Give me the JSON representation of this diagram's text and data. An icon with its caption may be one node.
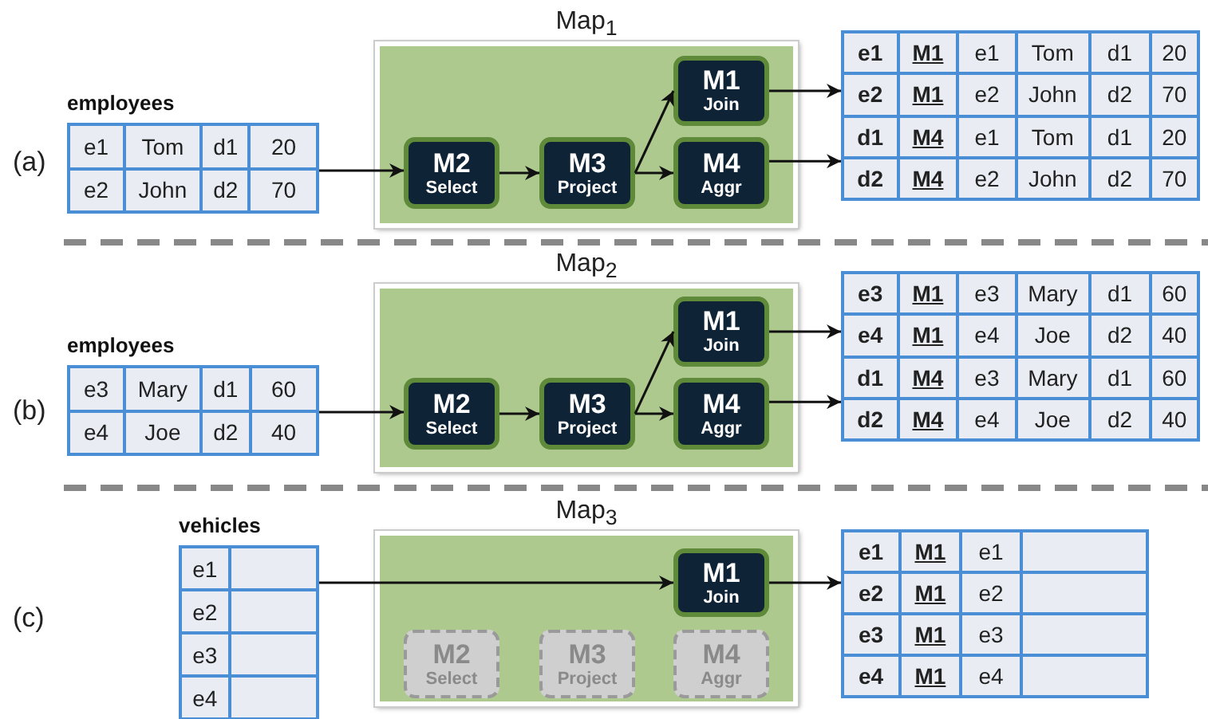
{
  "diagram": {
    "nodes": [
      {
        "text": [
          "employees",
          "e1",
          "Tom",
          "d1",
          "20",
          "e2",
          "John",
          "d2",
          "70"
        ]
      },
      {
        "text": [
          "Map$_{1}$"
        ]
      },
      {
        "text": [
          "M2",
          "Select"
        ],
        "in": 1
      },
      {
        "text": [
          "M3",
          "Project"
        ],
        "in": 1
      },
      {
        "text": [
          "M1",
          "Join"
        ],
        "in": 1
      },
      {
        "text": [
          "M4",
          "Aggr"
        ],
        "in": 1
      },
      {
        "text": [
          "e1",
          "M1",
          "e1",
          "Tom",
          "d1",
          "20",
          "e2",
          "M1",
          "e2",
          "John",
          "d2",
          "70",
          "d1",
          "M4",
          "e1",
          "Tom",
          "d1",
          "20",
          "d2",
          "M4",
          "e2",
          "John",
          "d2",
          "70"
        ]
      },
      {
        "text": [
          "employees",
          "e3",
          "Mary",
          "d1",
          "60",
          "e4",
          "Joe",
          "d2",
          "40"
        ]
      },
      {
        "text": [
          "Map$_{2}$"
        ]
      },
      {
        "text": [
          "M2",
          "Select"
        ],
        "in": 8
      },
      {
        "text": [
          "M3",
          "Project"
        ],
        "in": 8
      },
      {
        "text": [
          "M1",
          "Join"
        ],
        "in": 8
      },
      {
        "text": [
          "M4",
          "Aggr"
        ],
        "in": 8
      },
      {
        "text": [
          "e3",
          "M1",
          "e3",
          "Mary",
          "d1",
          "60",
          "e4",
          "M1",
          "e4",
          "Joe",
          "d2",
          "40",
          "d1",
          "M4",
          "e3",
          "Mary",
          "d1",
          "60",
          "d2",
          "M4",
          "e4",
          "Joe",
          "d2",
          "40"
        ]
      },
      {
        "text": [
          "vehicles",
          "e1",
          "e2",
          "e3",
          "e4"
        ]
      },
      {
        "text": [
          "Map$_{3}$"
        ]
      },
      {
        "text": [
          "M1",
          "Join"
        ],
        "in": 15
      },
      {
        "text": [
          "M2",
          "Select"
        ],
        "in": 15
      },
      {
        "text": [
          "M3",
          "Project"
        ],
        "in": 15
      },
      {
        "text": [
          "M4",
          "Aggr"
        ],
        "in": 15
      },
      {
        "text": [
          "e1",
          "M1",
          "e1",
          "e2",
          "M1",
          "e2",
          "e3",
          "M1",
          "e3",
          "e4",
          "M1",
          "e4"
        ]
      }
    ],
    "edges": [
      {
        "from": 0,
        "to": 2,
        "arrow": "to"
      },
      {
        "from": 2,
        "to": 3,
        "arrow": "to"
      },
      {
        "from": 3,
        "to": 4,
        "arrow": "to"
      },
      {
        "from": 3,
        "to": 5,
        "arrow": "to"
      },
      {
        "from": 4,
        "to": 6,
        "arrow": "to"
      },
      {
        "from": 5,
        "to": 6,
        "arrow": "to"
      },
      {
        "from": 7,
        "to": 9,
        "arrow": "to"
      },
      {
        "from": 9,
        "to": 10,
        "arrow": "to"
      },
      {
        "from": 10,
        "to": 11,
        "arrow": "to"
      },
      {
        "from": 10,
        "to": 12,
        "arrow": "to"
      },
      {
        "from": 11,
        "to": 13,
        "arrow": "to"
      },
      {
        "from": 12,
        "to": 13,
        "arrow": "to"
      },
      {
        "from": 14,
        "to": 16,
        "arrow": "to"
      },
      {
        "from": 16,
        "to": 20,
        "arrow": "to"
      }
    ],
    "labels": [
      "(a)",
      "(b)",
      "(c)"
    ]
  }
}
